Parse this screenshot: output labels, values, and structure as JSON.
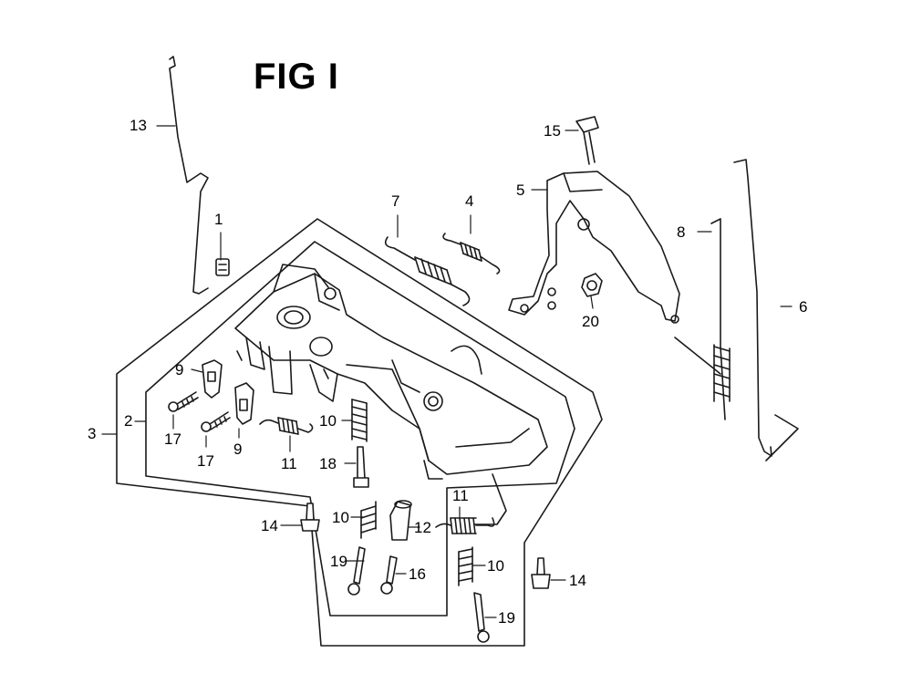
{
  "figure": {
    "title": "FIG I"
  },
  "callouts": {
    "c1": "1",
    "c2": "2",
    "c3": "3",
    "c4": "4",
    "c5": "5",
    "c6": "6",
    "c7": "7",
    "c8": "8",
    "c9a": "9",
    "c9b": "9",
    "c10a": "10",
    "c10b": "10",
    "c10c": "10",
    "c11a": "11",
    "c11b": "11",
    "c12": "12",
    "c13": "13",
    "c14a": "14",
    "c14b": "14",
    "c15": "15",
    "c16": "16",
    "c17a": "17",
    "c17b": "17",
    "c18": "18",
    "c19a": "19",
    "c19b": "19",
    "c20": "20"
  },
  "colors": {
    "line": "#1a1a1a",
    "fill": "#ffffff",
    "hatch": "#555555"
  }
}
